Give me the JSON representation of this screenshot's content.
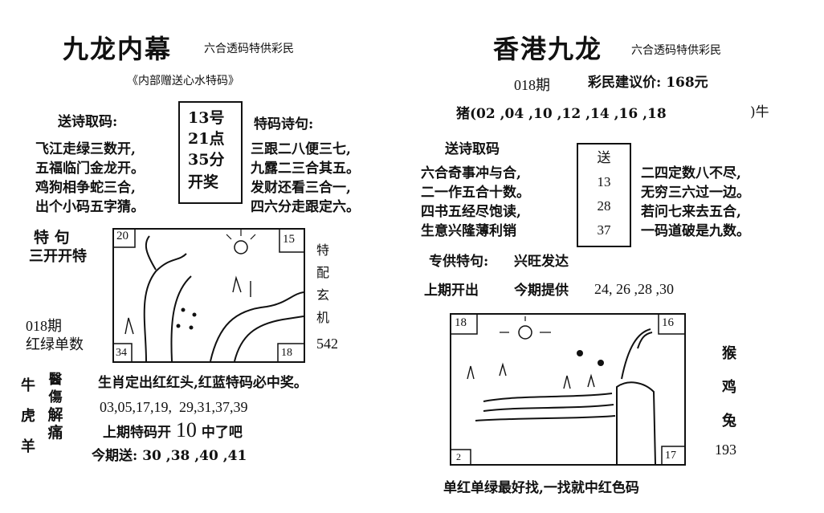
{
  "left": {
    "title": "九龙内幕",
    "subtitle": "六合透码特供彩民",
    "tagline": "《内部赠送心水特码》",
    "poem_heading": "送诗取码:",
    "poem_lines": [
      "飞江走绿三数开,",
      "五福临门金龙开。",
      "鸡狗相争蛇三合,",
      "出个小码五字猜。"
    ],
    "draw_box": [
      "13号",
      "21点",
      "35分",
      "开奖"
    ],
    "tema_heading": "特码诗句:",
    "tema_lines": [
      "三跟二八便三七,",
      "九露二三合其五。",
      "发财还看三合一,",
      "四六分走跟定六。"
    ],
    "special_heading": "特  句",
    "special_text": "三开开特",
    "issue": "018期",
    "red_green": "红绿单数",
    "side_chars": [
      "特",
      "配",
      "玄",
      "机"
    ],
    "side_number": "542",
    "corner_tl": "20",
    "corner_tr": "15",
    "corner_bl": "34",
    "corner_br": "18",
    "zodiac_col": [
      "牛",
      "虎",
      "羊"
    ],
    "vertical_words": [
      "醫",
      "傷",
      "解",
      "痛"
    ],
    "zodiac_line": "生肖定出红红头,红蓝特码必中奖。",
    "number_list": "03,05,17,19,  29,31,37,39",
    "last_prefix": "上期特码开",
    "last_num": "10",
    "last_suffix": "中了吧",
    "today_send": "今期送: 30 ,38 ,40 ,41"
  },
  "right": {
    "title": "香港九龙",
    "subtitle": "六合透码特供彩民",
    "issue": "018期",
    "price": "彩民建议价: 168元",
    "pig_row": "猪(02 ,04 ,10 ,12 ,14 ,16 ,18",
    "cow": ")牛",
    "poem_heading": "送诗取码",
    "poem_lines": [
      "六合奇事冲与合,",
      "二一作五合十数。",
      "四书五经尽饱读,",
      "生意兴隆薄利销"
    ],
    "box_nums": [
      "送",
      "13",
      "28",
      "37"
    ],
    "poem2_lines": [
      "二四定数八不尽,",
      "无穷三六过一边。",
      "若问七来去五合,",
      "一码道破是九数。"
    ],
    "special_label": "专供特句:",
    "special_text": "兴旺发达",
    "last_label": "上期开出",
    "today_label": "今期提供",
    "today_nums": "24, 26 ,28 ,30",
    "corner_tl": "18",
    "corner_tr": "16",
    "corner_bl": "2",
    "corner_br": "17",
    "side_zodiacs": [
      "猴",
      "鸡",
      "兔"
    ],
    "side_number": "193",
    "footer": "单红单绿最好找,一找就中红色码"
  }
}
